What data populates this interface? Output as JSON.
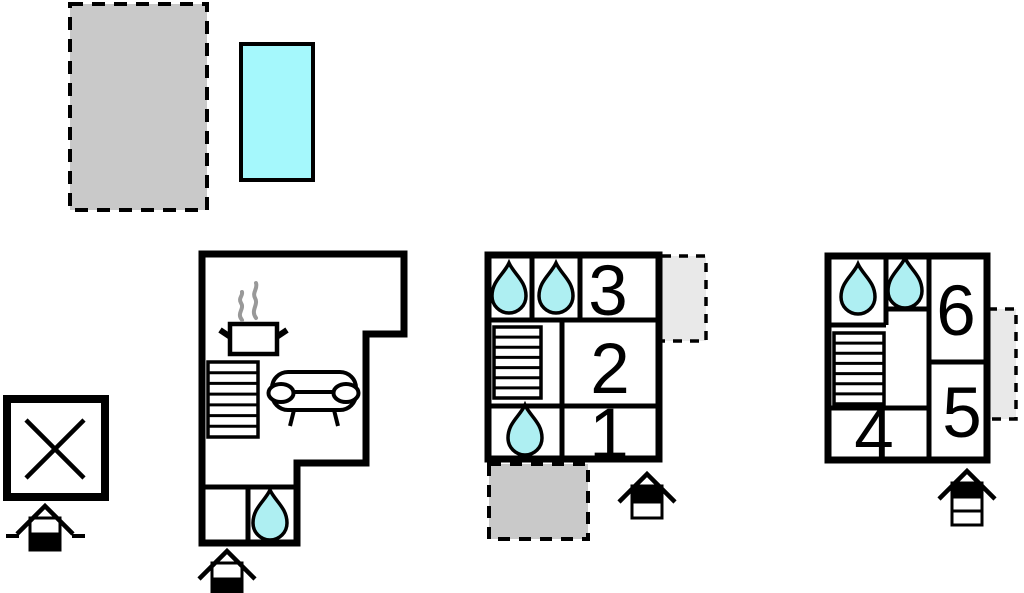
{
  "colors": {
    "wall": "#000000",
    "water_drop": "#aeeff2",
    "pool": "#a5f8fc",
    "terrace_gray": "#c9c9c9",
    "patch_gray": "#e9e9e9",
    "steam_gray": "#999999"
  },
  "rooms": {
    "room1": "1",
    "room2": "2",
    "room3": "3",
    "room4": "4",
    "room5": "5",
    "room6": "6"
  },
  "icons": {
    "water_drop": "teardrop = bath/shower",
    "stairs": "ladder-hatched rectangle",
    "cooking_pot": "pot with steam = kitchen",
    "sofa": "sofa = living room",
    "crossed_square": "outbuilding / not part of rental",
    "entrance_house_ground": "house icon, bottom storey filled",
    "entrance_house_top_of_2": "house icon, top of 2 storeys filled",
    "entrance_house_top_of_3": "house icon, top of 3 storeys filled",
    "pool_rect": "cyan rectangle = pool",
    "terrace_dashed": "gray dashed rectangle = terrace"
  }
}
